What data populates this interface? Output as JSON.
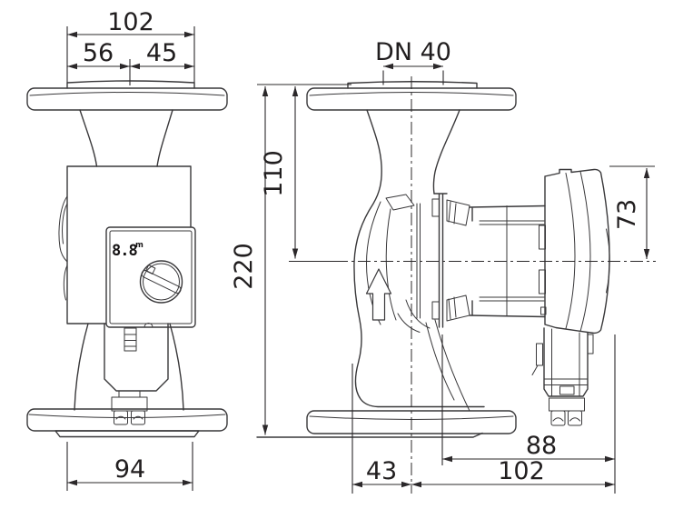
{
  "drawing": {
    "kind": "pump-dimensional-drawing",
    "background": "#ffffff",
    "line_color": "#39383a",
    "text_color": "#211e1f"
  },
  "front_view": {
    "dims": {
      "width_total": "102",
      "width_left_of_axis": "56",
      "width_right_of_axis": "45",
      "width_bottom": "94"
    },
    "display": {
      "value": "8.8",
      "unit": "m"
    }
  },
  "side_view": {
    "dims": {
      "nominal_diameter": "DN 40",
      "height_total": "220",
      "height_axis_to_top": "110",
      "module_height": "73",
      "depth_motor_face_to_end": "88",
      "depth_axis_to_end": "102",
      "depth_axis_to_front": "43"
    }
  }
}
